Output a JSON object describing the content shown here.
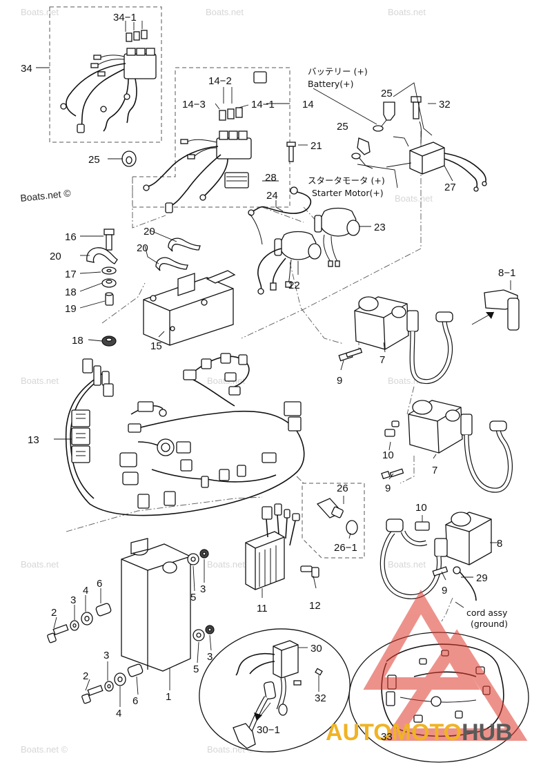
{
  "watermark": {
    "site": "Boats.net",
    "site_copyright": "Boats.net ©"
  },
  "brand": {
    "part1": "AUTOMOTO",
    "part2": "HUB",
    "color_accent": "#f0b324",
    "color_dark": "#5a5a5a",
    "color_logo": "#e03a2e"
  },
  "notes": {
    "battery_jp": "バッテリー (+)",
    "battery_en": "Battery(+)",
    "starter_jp": "スタータモータ (+)",
    "starter_en": "Starter Motor(+)",
    "cord_assy": "cord assy",
    "cord_ground": "(ground)"
  },
  "callouts": {
    "p1": "1",
    "p2a": "2",
    "p2b": "2",
    "p3a": "3",
    "p3b": "3",
    "p3c": "3",
    "p3d": "3",
    "p4a": "4",
    "p4b": "4",
    "p5a": "5",
    "p5b": "5",
    "p6a": "6",
    "p6b": "6",
    "p7a": "7",
    "p7b": "7",
    "p8": "8",
    "p8_1": "8−1",
    "p9a": "9",
    "p9b": "9",
    "p9c": "9",
    "p10a": "10",
    "p10b": "10",
    "p11": "11",
    "p12": "12",
    "p13": "13",
    "p14": "14",
    "p14_1": "14−1",
    "p14_2": "14−2",
    "p14_3": "14−3",
    "p15": "15",
    "p16": "16",
    "p17": "17",
    "p18a": "18",
    "p18b": "18",
    "p19": "19",
    "p20a": "20",
    "p20b": "20",
    "p20c": "20",
    "p21": "21",
    "p22": "22",
    "p23": "23",
    "p24": "24",
    "p25a": "25",
    "p25b": "25",
    "p25c": "25",
    "p26": "26",
    "p26_1": "26−1",
    "p27": "27",
    "p28": "28",
    "p29": "29",
    "p30": "30",
    "p30_1": "30−1",
    "p32a": "32",
    "p32b": "32",
    "p33": "33",
    "p34": "34",
    "p34_1": "34−1"
  }
}
